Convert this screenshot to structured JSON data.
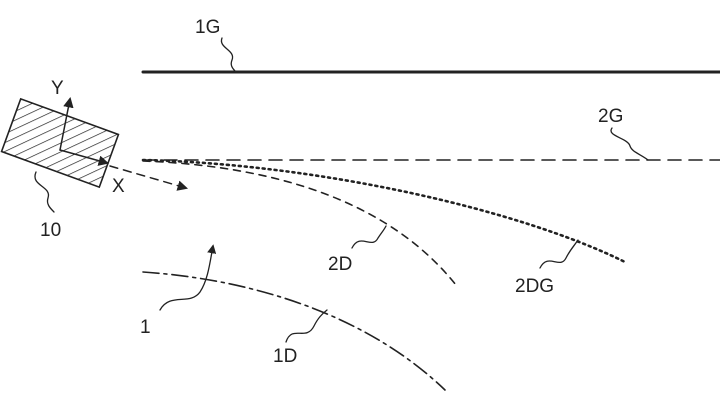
{
  "figure": {
    "labels": {
      "lane_line_left_solid": "1G",
      "lane_line_left_dashed": "2G",
      "lane_line_predicted_dashed": "2D",
      "lane_line_predicted_dotted": "2DG",
      "lane_line_right": "1D",
      "vehicle": "10",
      "road": "1",
      "axis_x": "X",
      "axis_y": "Y"
    },
    "colors": {
      "ink": "#222222",
      "background": "#ffffff"
    }
  }
}
